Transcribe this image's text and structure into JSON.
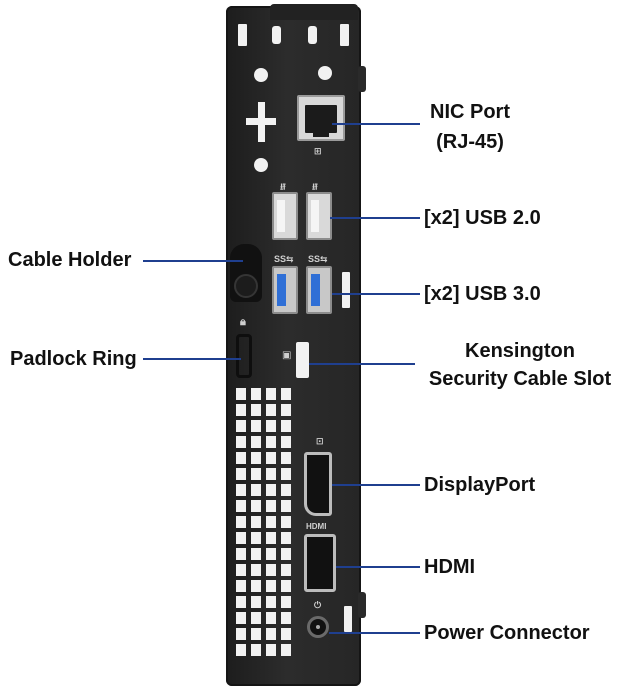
{
  "labels": {
    "nic_port": "NIC Port",
    "nic_port_sub": "(RJ-45)",
    "usb2": "[x2] USB 2.0",
    "usb3": "[x2] USB 3.0",
    "cable_holder": "Cable Holder",
    "padlock_ring": "Padlock Ring",
    "kensington": "Kensington",
    "kensington_sub": "Security Cable Slot",
    "displayport": "DisplayPort",
    "hdmi": "HDMI",
    "power_connector": "Power Connector"
  },
  "port_glyphs": {
    "usb3_a": "SS⇆",
    "usb3_b": "SS⇆",
    "hdmi_tag": "HDMI"
  },
  "colors": {
    "leader": "#1f3f8f",
    "usb3_tongue": "#2f6fd6",
    "chassis": "#262626"
  }
}
